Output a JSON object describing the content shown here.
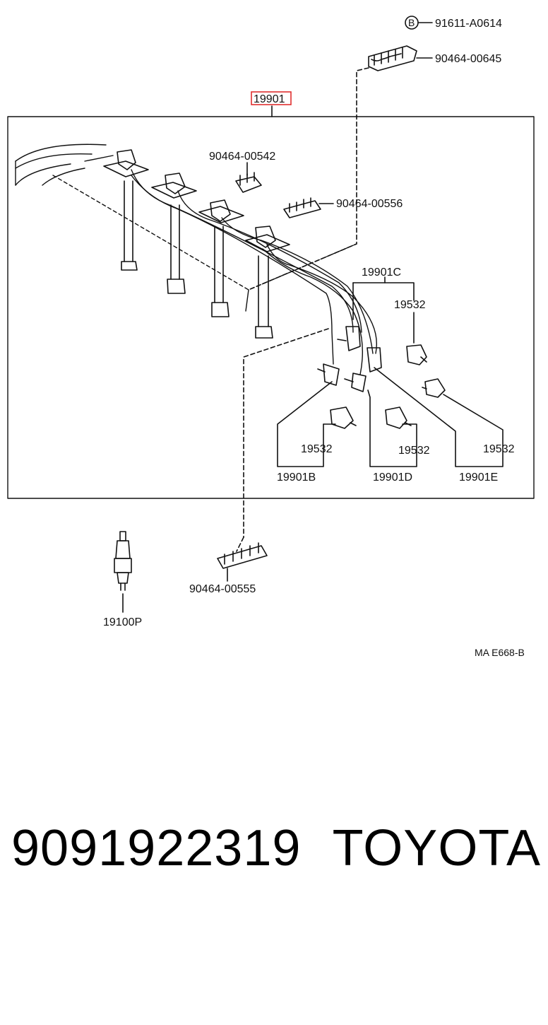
{
  "diagram": {
    "main_part": "19901",
    "highlight_color": "#e03030",
    "callouts": {
      "bolt_symbol": "B",
      "bolt": "91611-A0614",
      "clamp_top": "90464-00645",
      "clamp_542": "90464-00542",
      "clamp_556": "90464-00556",
      "cord_c": "19901C",
      "boot_c": "19532",
      "boot_b": "19532",
      "boot_d": "19532",
      "boot_e": "19532",
      "cord_b": "19901B",
      "cord_d": "19901D",
      "cord_e": "19901E",
      "clamp_555": "90464-00555",
      "spark_plug": "19100P"
    },
    "drawing_code": "MA E668-B"
  },
  "footer": {
    "part_number": "9091922319",
    "brand": "TOYOTA"
  }
}
